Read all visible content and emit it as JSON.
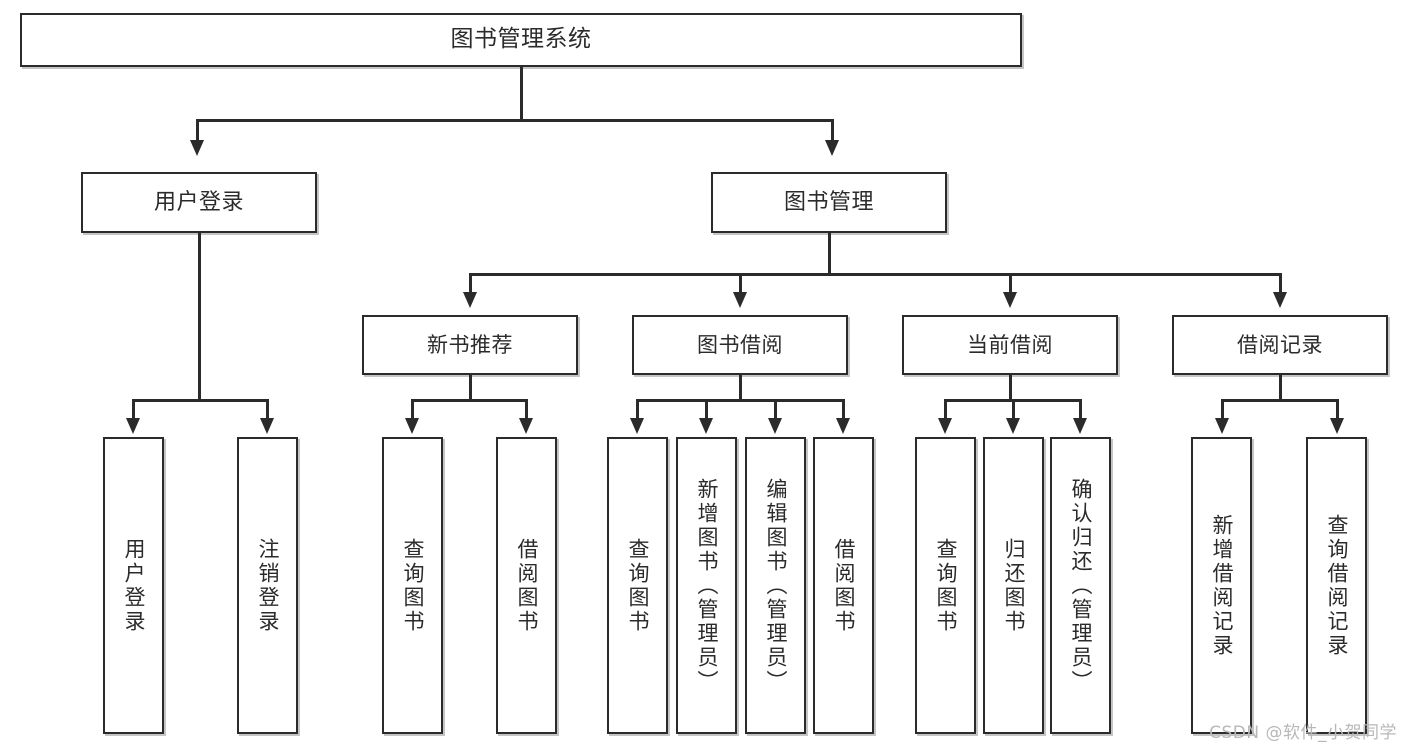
{
  "diagram": {
    "title": "图书管理系统",
    "type": "function-structure-tree",
    "root": {
      "label": "图书管理系统"
    },
    "level2": [
      {
        "label": "用户登录"
      },
      {
        "label": "图书管理"
      }
    ],
    "level3": [
      {
        "label": "新书推荐"
      },
      {
        "label": "图书借阅"
      },
      {
        "label": "当前借阅"
      },
      {
        "label": "借阅记录"
      }
    ],
    "leaves": {
      "user_login": [
        {
          "label": "用户登录"
        },
        {
          "label": "注销登录"
        }
      ],
      "new_book_recommend": [
        {
          "label": "查询图书"
        },
        {
          "label": "借阅图书"
        }
      ],
      "book_borrow": [
        {
          "label": "查询图书"
        },
        {
          "label": "新增图书（管理员）"
        },
        {
          "label": "编辑图书（管理员）"
        },
        {
          "label": "借阅图书"
        }
      ],
      "current_borrow": [
        {
          "label": "查询图书"
        },
        {
          "label": "归还图书"
        },
        {
          "label": "确认归还（管理员）"
        }
      ],
      "borrow_record": [
        {
          "label": "新增借阅记录"
        },
        {
          "label": "查询借阅记录"
        }
      ]
    }
  },
  "watermark": {
    "text": "CSDN @软件_小贺同学"
  },
  "colors": {
    "stroke": "#2b2b2b",
    "fill": "#ffffff",
    "text": "#2b2b2b",
    "watermark": "#b8b8b8"
  }
}
